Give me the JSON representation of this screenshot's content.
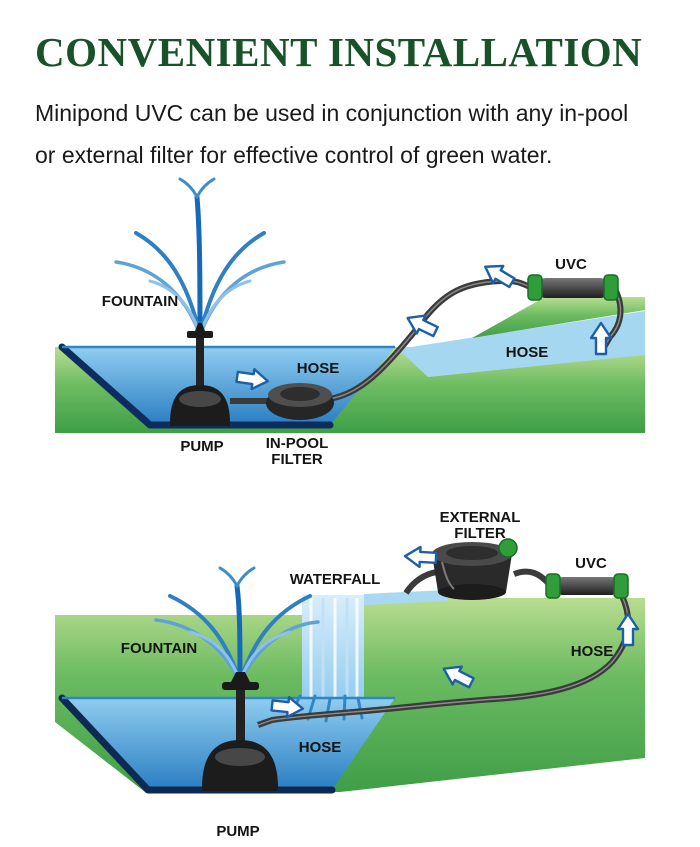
{
  "header": {
    "title": "CONVENIENT INSTALLATION",
    "subtitle_line1": "Minipond UVC can be used in conjunction with any in-pool",
    "subtitle_line2": "or external filter for effective control of green water."
  },
  "colors": {
    "title_green": "#175229",
    "grass_green": "#4aa24f",
    "water_blue": "#2a7ec2",
    "arrow_outline_blue": "#1b5fa8",
    "uvc_cap_green": "#2f9e3a"
  },
  "diagram1": {
    "labels": {
      "fountain": "FOUNTAIN",
      "hose_mid": "HOSE",
      "uvc": "UVC",
      "hose_right": "HOSE",
      "pump": "PUMP",
      "inpool_filter_line1": "IN-POOL",
      "inpool_filter_line2": "FILTER"
    }
  },
  "diagram2": {
    "labels": {
      "external_filter_line1": "EXTERNAL",
      "external_filter_line2": "FILTER",
      "waterfall": "WATERFALL",
      "uvc": "UVC",
      "fountain": "FOUNTAIN",
      "hose_right": "HOSE",
      "hose_mid": "HOSE",
      "pump": "PUMP"
    }
  }
}
